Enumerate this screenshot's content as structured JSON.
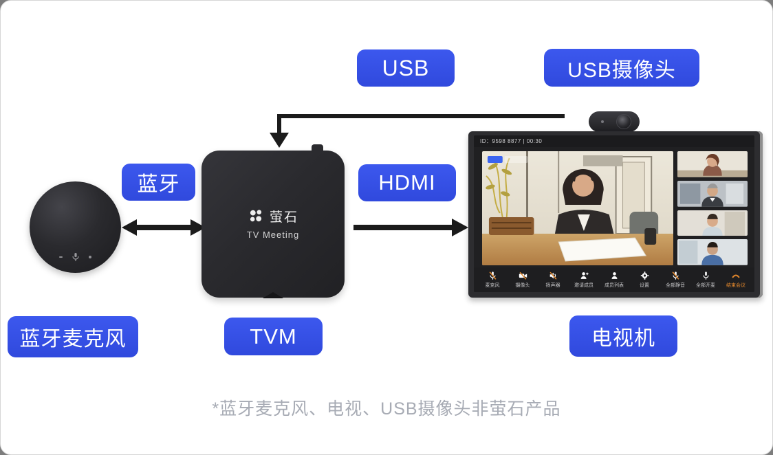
{
  "colors": {
    "accent_blue": "#3350e7",
    "arrow_black": "#1b1b1b",
    "end_call_orange": "#e0862c"
  },
  "connections": {
    "usb": "USB",
    "bluetooth": "蓝牙",
    "hdmi": "HDMI"
  },
  "devices": {
    "usb_camera": "USB摄像头",
    "bluetooth_mic": "蓝牙麦克风",
    "tvm": "TVM",
    "tv": "电视机"
  },
  "tvm_box": {
    "brand": "萤石",
    "product": "TV Meeting"
  },
  "tv": {
    "status_bar": "ID：9598 8877  |  00:30",
    "participant_count": 4,
    "toolbar": [
      {
        "label": "麦克风",
        "icon": "mic-off-icon"
      },
      {
        "label": "摄像头",
        "icon": "camera-off-icon"
      },
      {
        "label": "扬声器",
        "icon": "speaker-off-icon"
      },
      {
        "label": "邀请成员",
        "icon": "invite-member-icon"
      },
      {
        "label": "成员列表",
        "icon": "member-list-icon"
      },
      {
        "label": "设置",
        "icon": "settings-gear-icon"
      },
      {
        "label": "全部静音",
        "icon": "mute-all-icon"
      },
      {
        "label": "全部开麦",
        "icon": "unmute-all-icon"
      },
      {
        "label": "结束会议",
        "icon": "end-meeting-icon"
      }
    ]
  },
  "footnote": "*蓝牙麦克风、电视、USB摄像头非萤石产品"
}
